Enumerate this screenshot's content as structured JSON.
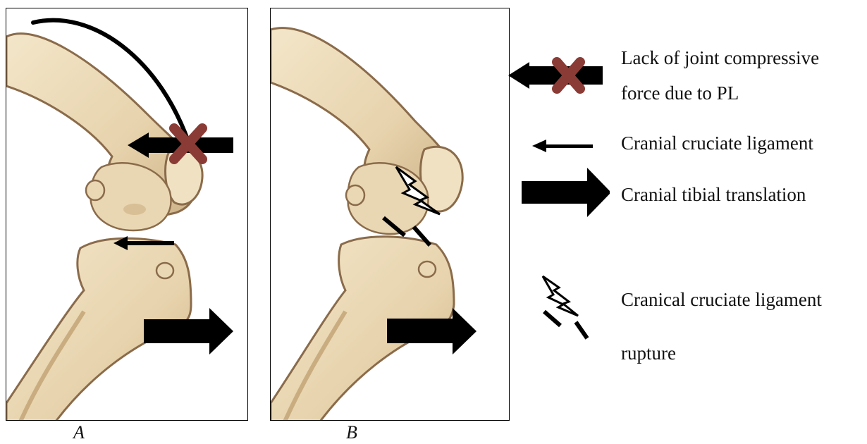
{
  "panels": [
    {
      "label": "A"
    },
    {
      "label": "B"
    }
  ],
  "legend": {
    "compressive_force_line1": "Lack of joint compressive",
    "compressive_force_line2": "force due to PL",
    "ccl": "Cranial cruciate ligament",
    "tibial_translation": "Cranial tibial translation",
    "rupture_line1": "Cranical cruciate ligament",
    "rupture_line2": "rupture"
  },
  "colors": {
    "bone_fill": "#ecdcbc",
    "bone_edge": "#8a6b4a",
    "cross": "#8b3b35",
    "arrow": "#000000"
  }
}
